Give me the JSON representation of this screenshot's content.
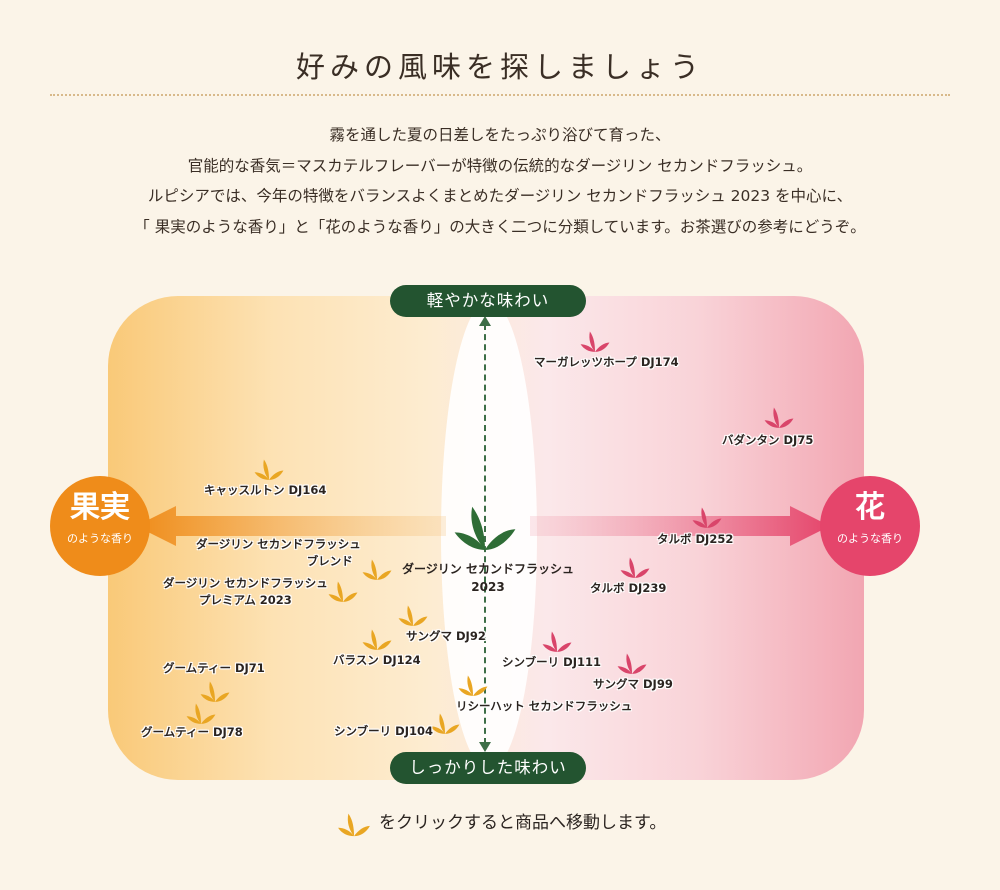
{
  "header": {
    "title": "好みの風味を探しましょう",
    "intro": [
      "霧を通した夏の日差しをたっぷり浴びて育った、",
      "官能的な香気＝マスカテルフレーバーが特徴の伝統的なダージリン セカンドフラッシュ。",
      "ルピシアでは、今年の特徴をバランスよくまとめたダージリン セカンドフラッシュ 2023 を中心に、",
      "「 果実のような香り」と「花のような香り」の大きく二つに分類しています。お茶選びの参考にどうぞ。"
    ]
  },
  "map": {
    "top_axis": "軽やかな味わい",
    "bottom_axis": "しっかりした味わい",
    "left_pole": {
      "title": "果実",
      "sub": "のような香り",
      "color": "#ef8c1a"
    },
    "right_pole": {
      "title": "花",
      "sub": "のような香り",
      "color": "#e5456b"
    },
    "center": {
      "line1": "ダージリン セカンドフラッシュ",
      "line2": "2023"
    },
    "colors": {
      "fruit_leaf": "#e9a623",
      "flower_leaf": "#d9456a",
      "center_leaf": "#2f6d36",
      "axis": "#235430"
    },
    "products": [
      {
        "id": "margaret",
        "name": "マーガレッツホープ DJ174",
        "group": "flower"
      },
      {
        "id": "badamtam",
        "name": "バダンタン DJ75",
        "group": "flower"
      },
      {
        "id": "castleton",
        "name": "キャッスルトン DJ164",
        "group": "fruit"
      },
      {
        "id": "thurbo252",
        "name": "タルボ DJ252",
        "group": "flower"
      },
      {
        "id": "blend",
        "name1": "ダージリン セカンドフラッシュ",
        "name2": "ブレンド",
        "group": "fruit"
      },
      {
        "id": "premium",
        "name1": "ダージリン セカンドフラッシュ",
        "name2": "プレミアム 2023",
        "group": "fruit"
      },
      {
        "id": "thurbo239",
        "name": "タルボ DJ239",
        "group": "flower"
      },
      {
        "id": "sungma92",
        "name": "サングマ DJ92",
        "group": "fruit"
      },
      {
        "id": "ballason",
        "name": "バラスン DJ124",
        "group": "fruit"
      },
      {
        "id": "singbulli111",
        "name": "シンブーリ DJ111",
        "group": "flower"
      },
      {
        "id": "sungma99",
        "name": "サングマ DJ99",
        "group": "flower"
      },
      {
        "id": "gomtea71",
        "name": "グームティー DJ71",
        "group": "fruit"
      },
      {
        "id": "risheehat",
        "name": "リシーハット セカンドフラッシュ",
        "group": "fruit"
      },
      {
        "id": "gomtea78",
        "name": "グームティー DJ78",
        "group": "fruit"
      },
      {
        "id": "singbulli104",
        "name": "シンブーリ DJ104",
        "group": "fruit"
      }
    ]
  },
  "footer": {
    "note": "をクリックすると商品へ移動します。"
  }
}
